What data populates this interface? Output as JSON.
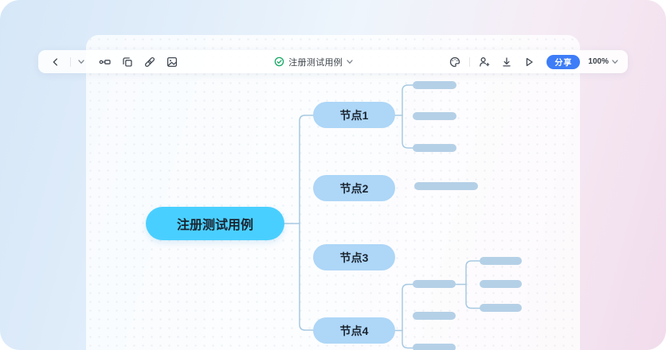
{
  "colors": {
    "root_node": "#49CFFF",
    "child_node": "#ADD6F7",
    "placeholder_bar": "#B4D0E7",
    "connector_line": "#A6C9E2",
    "share_button": "#3E7DF7",
    "status_check_green": "#17A865",
    "background_blue": "#D6E7F8",
    "background_pink": "#F2DCEC"
  },
  "toolbar": {
    "left_icons": [
      "chevron-left",
      "chevron-down",
      "connector",
      "copy",
      "link",
      "image"
    ],
    "document": {
      "title": "注册测试用例",
      "status_icon": "check-circle"
    },
    "right_icons": [
      "theme-palette",
      "add-collaborator",
      "download",
      "present-play"
    ],
    "share_label": "分享",
    "zoom_level": "100%"
  },
  "mindmap": {
    "root": {
      "label": "注册测试用例"
    },
    "nodes": [
      {
        "label": "节点1",
        "placeholder_bars": 3
      },
      {
        "label": "节点2",
        "placeholder_bars": 1
      },
      {
        "label": "节点3",
        "placeholder_bars": 0
      },
      {
        "label": "节点4",
        "placeholder_bars": 3,
        "grandchild_bars": 3
      }
    ]
  }
}
